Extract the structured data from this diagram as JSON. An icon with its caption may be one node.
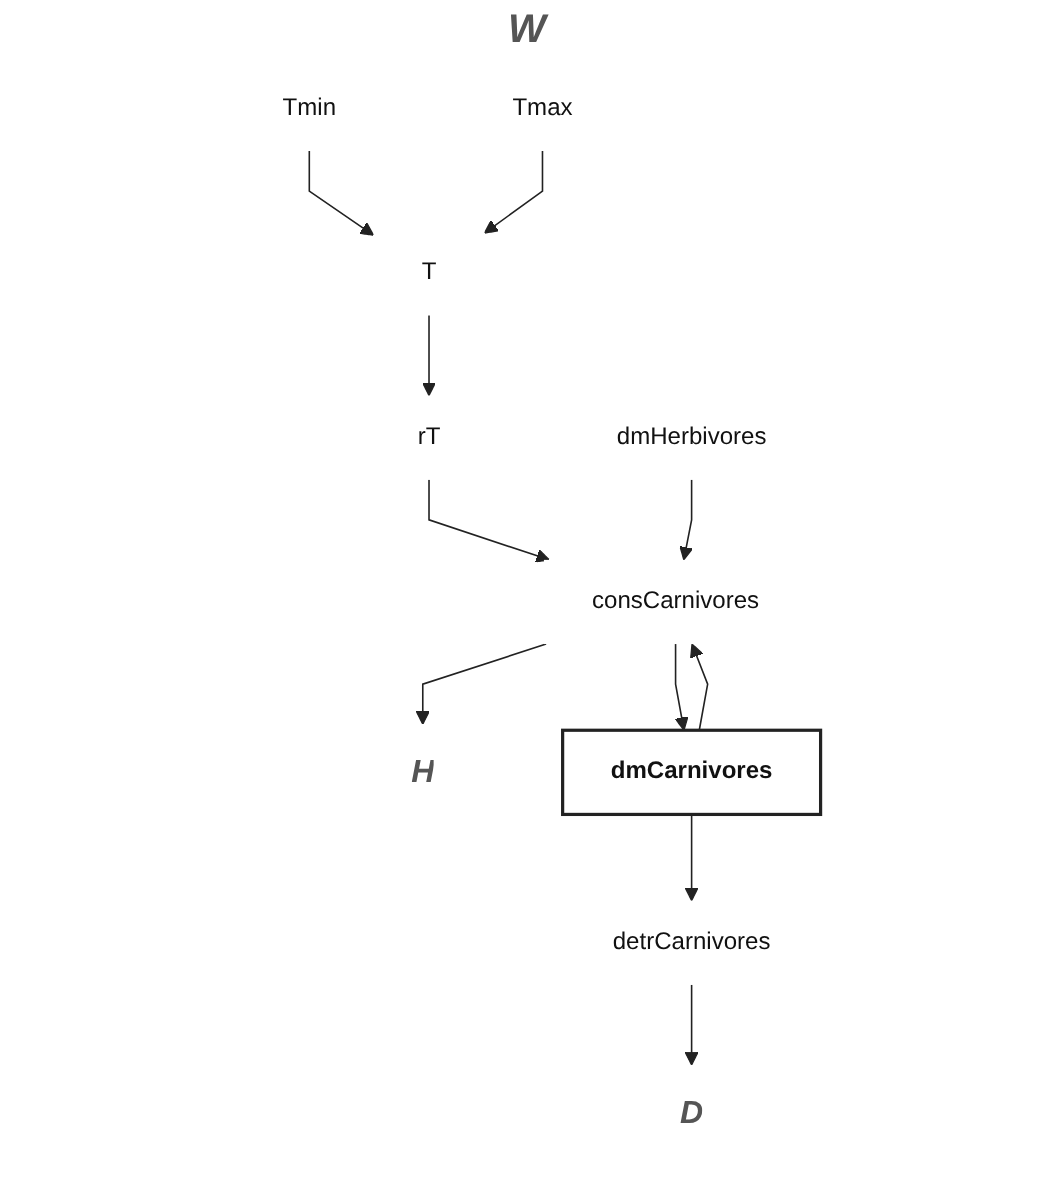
{
  "diagram": {
    "nodes": [
      {
        "text": [
          "Tmin"
        ]
      },
      {
        "text": [
          "Tmax"
        ]
      },
      {
        "text": [
          "T"
        ]
      },
      {
        "text": [
          "rT"
        ]
      },
      {
        "text": [
          "consCarnivores"
        ]
      },
      {
        "text": [
          "H"
        ]
      },
      {
        "text": [
          "dmHerbivores"
        ]
      },
      {
        "text": [
          "dmCarnivores"
        ]
      },
      {
        "text": [
          "detrCarnivores"
        ]
      },
      {
        "text": [
          "D"
        ]
      }
    ],
    "edges": [
      {
        "from": 0,
        "to": 2,
        "arrow": "to"
      },
      {
        "from": 1,
        "to": 2,
        "arrow": "to"
      },
      {
        "from": 2,
        "to": 3,
        "arrow": "to"
      },
      {
        "from": 3,
        "to": 4,
        "arrow": "to"
      },
      {
        "from": 4,
        "to": 5,
        "arrow": "to"
      },
      {
        "from": 6,
        "to": 4,
        "arrow": "to"
      },
      {
        "from": 4,
        "to": 7,
        "arrow": "to"
      },
      {
        "from": 7,
        "to": 4,
        "arrow": "to"
      },
      {
        "from": 7,
        "to": 8,
        "arrow": "to"
      },
      {
        "from": 8,
        "to": 9,
        "arrow": "to"
      }
    ],
    "labels": [
      "W"
    ]
  }
}
